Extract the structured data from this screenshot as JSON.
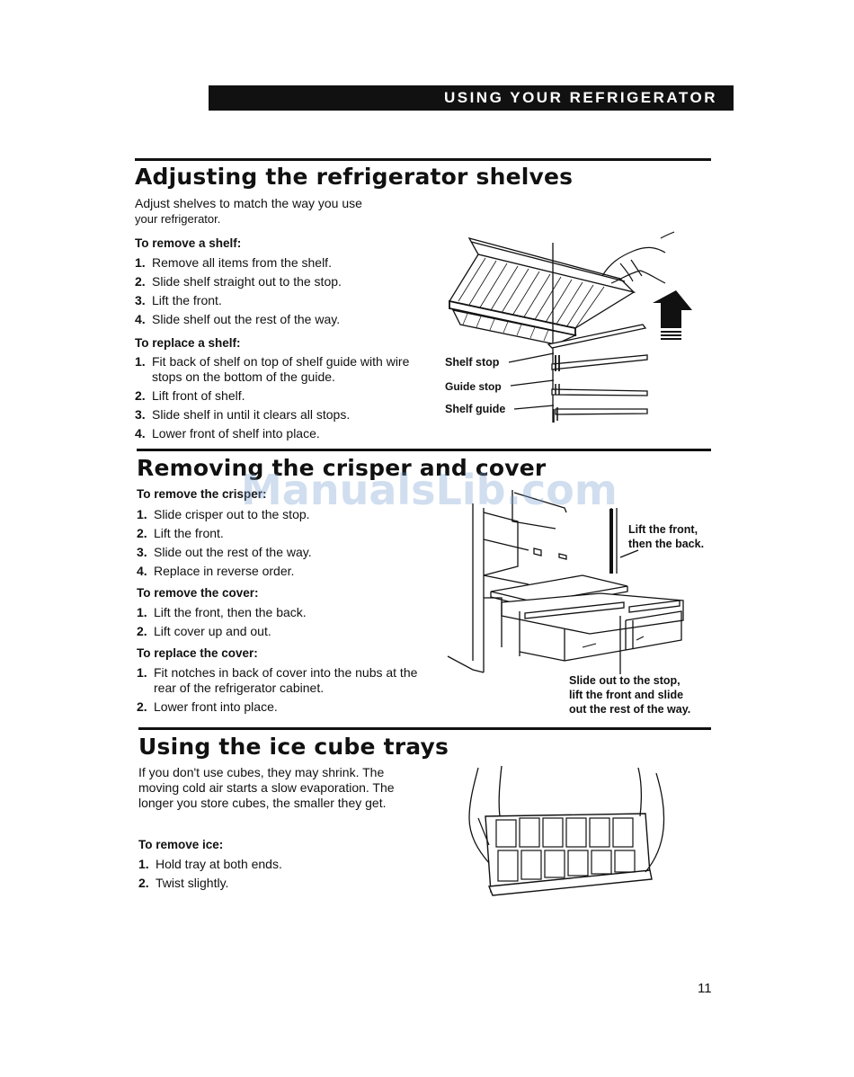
{
  "header": {
    "title": "USING YOUR REFRIGERATOR"
  },
  "watermark": "ManualsLib.com",
  "shelves": {
    "title": "Adjusting the refrigerator shelves",
    "intro_line1": "Adjust shelves to match the way you use",
    "intro_line2": "your refrigerator.",
    "remove": {
      "heading": "To remove a shelf:",
      "steps": [
        {
          "num": "1.",
          "text": "Remove all items from the shelf."
        },
        {
          "num": "2.",
          "text": "Slide shelf straight out to the stop."
        },
        {
          "num": "3.",
          "text": "Lift the front."
        },
        {
          "num": "4.",
          "text": "Slide shelf out the rest of the way."
        }
      ]
    },
    "replace": {
      "heading": "To replace a shelf:",
      "steps": [
        {
          "num": "1.",
          "text": "Fit back of shelf on top of shelf guide with wire stops on the bottom of the guide."
        },
        {
          "num": "2.",
          "text": "Lift front of shelf."
        },
        {
          "num": "3.",
          "text": "Slide shelf in until it clears all stops."
        },
        {
          "num": "4.",
          "text": "Lower front of shelf into place."
        }
      ]
    },
    "callouts": {
      "shelf_stop": "Shelf stop",
      "guide_stop": "Guide stop",
      "shelf_guide": "Shelf guide"
    }
  },
  "crisper": {
    "title": "Removing the crisper and cover",
    "remove_crisper": {
      "heading": "To remove the crisper:",
      "steps": [
        {
          "num": "1.",
          "text": "Slide crisper out to the stop."
        },
        {
          "num": "2.",
          "text": "Lift the front."
        },
        {
          "num": "3.",
          "text": "Slide out the rest of the way."
        },
        {
          "num": "4.",
          "text": "Replace in reverse order."
        }
      ]
    },
    "remove_cover": {
      "heading": "To remove the cover:",
      "steps": [
        {
          "num": "1.",
          "text": "Lift the front, then the back."
        },
        {
          "num": "2.",
          "text": "Lift cover up and out."
        }
      ]
    },
    "replace_cover": {
      "heading": "To replace the cover:",
      "steps": [
        {
          "num": "1.",
          "text": "Fit notches in back of cover into the nubs at the rear of the refrigerator cabinet."
        },
        {
          "num": "2.",
          "text": "Lower front into place."
        }
      ]
    },
    "callouts": {
      "lift_front_1": "Lift the front,",
      "lift_front_2": "then the back.",
      "slide_out_1": "Slide out to the stop,",
      "slide_out_2": "lift the front and slide",
      "slide_out_3": "out the rest of the way."
    }
  },
  "ice": {
    "title": "Using the ice cube trays",
    "intro": "If you don't use cubes, they may shrink. The moving cold air starts a slow evaporation. The longer you store cubes, the smaller they get.",
    "remove": {
      "heading": "To remove ice:",
      "steps": [
        {
          "num": "1.",
          "text": "Hold tray at both ends."
        },
        {
          "num": "2.",
          "text": "Twist slightly."
        }
      ]
    }
  },
  "page_number": "11"
}
